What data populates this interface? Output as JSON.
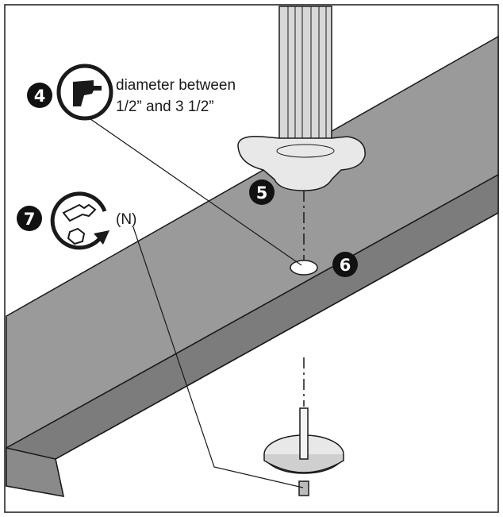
{
  "diagram": {
    "colors": {
      "desk_top": "#9a9a9a",
      "desk_front": "#7c7c7c",
      "outline": "#1a1a1a",
      "badge": "#111111",
      "base": "#e8e8e8"
    },
    "steps": {
      "s4": "4",
      "s5": "5",
      "s6": "6",
      "s7": "7"
    },
    "callouts": {
      "drill_line1": "diameter between",
      "drill_line2": "1/2” and 3 1/2”",
      "nut_label": "(N)"
    },
    "icons": {
      "drill": "drill-icon",
      "wrench": "wrench-rotate-icon"
    }
  }
}
